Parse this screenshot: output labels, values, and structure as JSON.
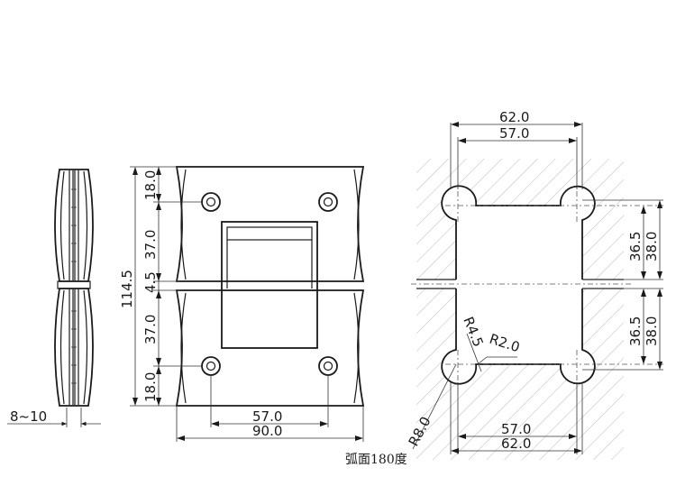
{
  "caption": "弧面180度",
  "colors": {
    "line": "#1a1a1a",
    "hatch": "#9a9a9a",
    "background": "#ffffff"
  },
  "side_view": {
    "glass_thickness": "8~10"
  },
  "front_view": {
    "total_height": "114.5",
    "gap": "4.5",
    "top_edge": "18.0",
    "top_slot": "37.0",
    "bottom_slot": "37.0",
    "bottom_edge": "18.0",
    "hole_spacing": "57.0",
    "total_width": "90.0"
  },
  "cutout_view": {
    "top_outer_width": "62.0",
    "top_inner_width": "57.0",
    "upper_inner_height": "36.5",
    "upper_outer_height": "38.0",
    "lower_inner_height": "36.5",
    "lower_outer_height": "38.0",
    "corner_radius_small": "R4.5",
    "corner_radius_medium": "R2.0",
    "corner_radius_large": "R8.0",
    "bottom_inner_width": "57.0",
    "bottom_outer_width": "62.0"
  }
}
